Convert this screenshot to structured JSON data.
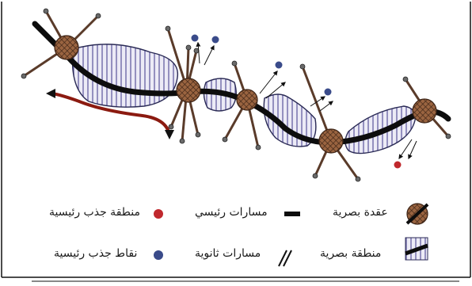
{
  "colors": {
    "node_fill": "#8b5a3c",
    "node_hatch": "#3d2416",
    "zone_fill": "#ecebf6",
    "zone_hatch": "#6e6aa8",
    "major_attraction": "#c0282d",
    "minor_attraction": "#3a4b8a",
    "main_path": "#0d0d0d",
    "secondary_path": "#5a3b2a",
    "arrow_red": "#8b1a10"
  },
  "legend": {
    "visual_node": "عقدة بصرية",
    "main_paths": "مسارات رئيسي",
    "major_attraction_area": "منطقة جذب رئيسية",
    "visual_zone": "منطقة بصرية",
    "secondary_paths": "مسارات ثانوية",
    "major_attraction_points": "نقاط جذب رئيسية"
  },
  "icons": {
    "visual_node": "hatched-circle-icon",
    "main_paths": "thick-line-icon",
    "major_attraction_area": "red-dot-icon",
    "visual_zone": "hatched-band-icon",
    "secondary_paths": "double-slash-icon",
    "major_attraction_points": "blue-dot-icon"
  }
}
